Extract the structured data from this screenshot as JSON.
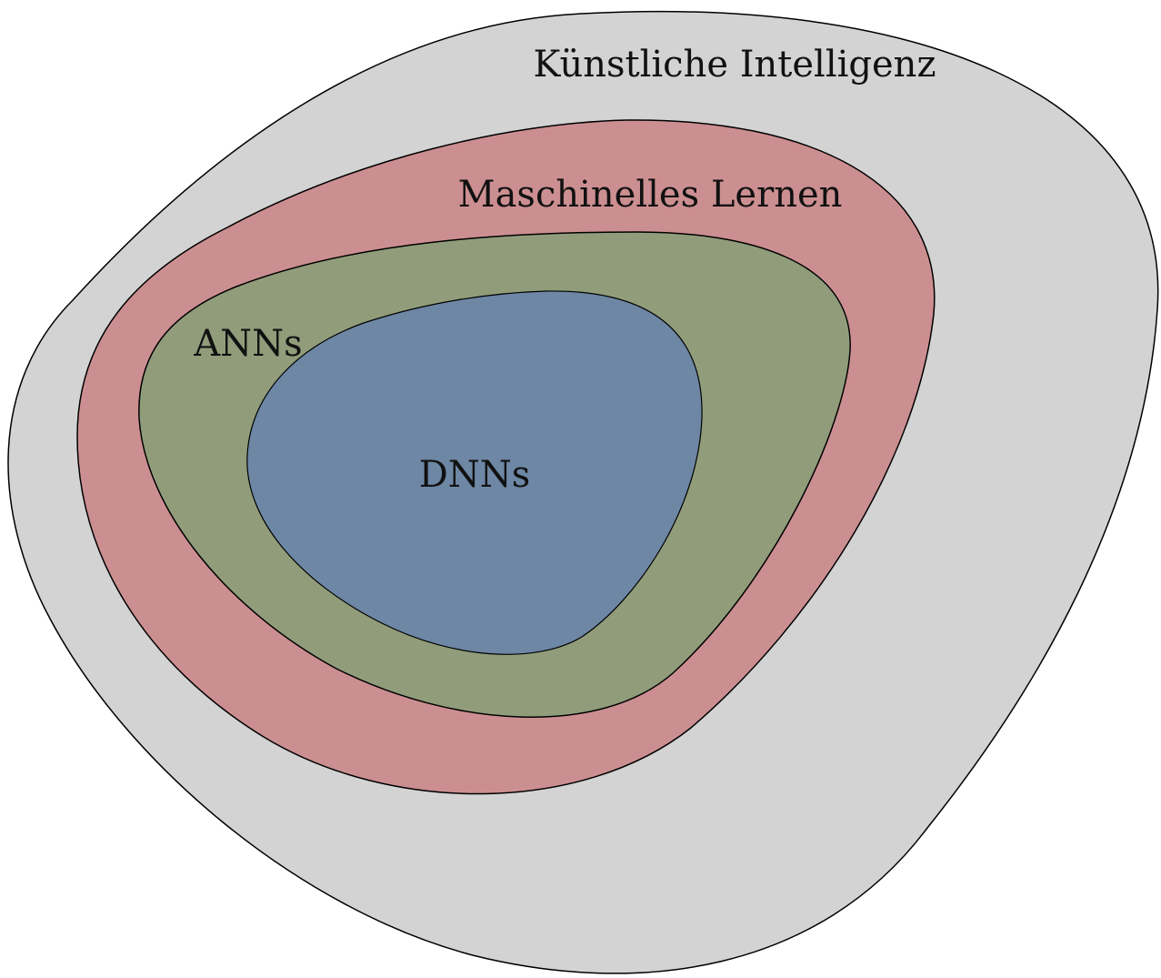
{
  "diagram": {
    "type": "nested-euler",
    "regions": [
      {
        "id": "ai",
        "label": "Künstliche Intelligenz",
        "fill": "#d3d3d3"
      },
      {
        "id": "ml",
        "label": "Maschinelles Lernen",
        "fill": "#cc8f91"
      },
      {
        "id": "ann",
        "label": "ANNs",
        "fill": "#919c7b"
      },
      {
        "id": "dnn",
        "label": "DNNs",
        "fill": "#6d87a4"
      }
    ],
    "stroke_color": "#000000"
  }
}
